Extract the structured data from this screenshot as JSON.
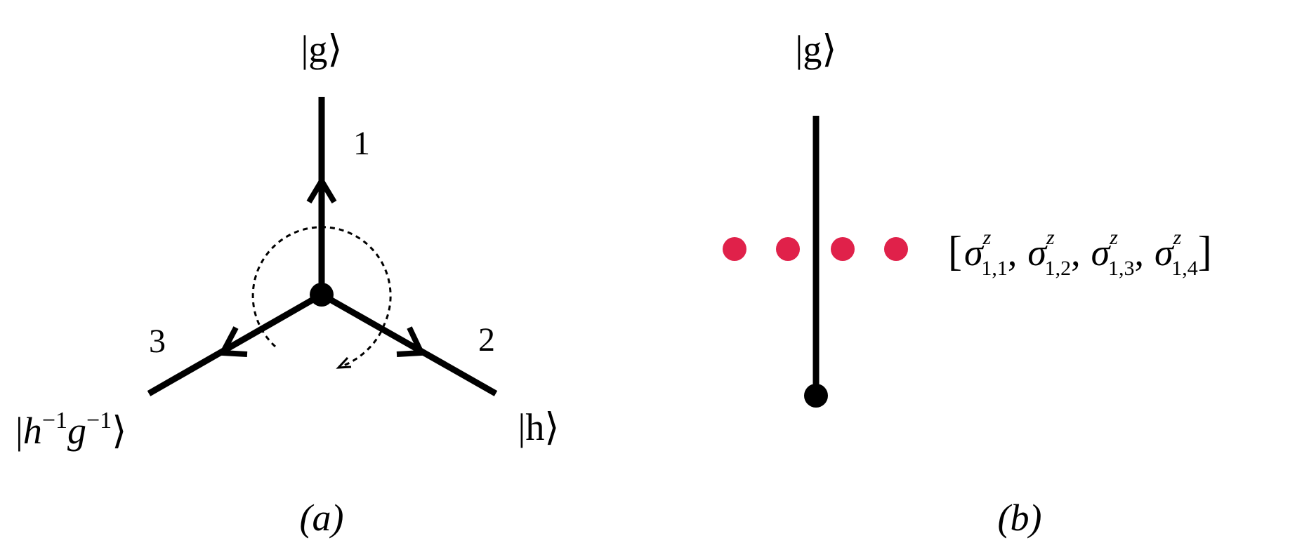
{
  "panel_a": {
    "caption": "(a)",
    "top_ket": "|g⟩",
    "right_ket": "|h⟩",
    "left_ket_prefix": "|",
    "left_ket_h": "h",
    "left_ket_h_sup": "−1",
    "left_ket_g": "g",
    "left_ket_g_sup": "−1",
    "left_ket_suffix": "⟩",
    "edge_labels": [
      "1",
      "2",
      "3"
    ]
  },
  "panel_b": {
    "caption": "(b)",
    "top_ket": "|g⟩",
    "dot_color": "#e0214a",
    "operator_list": {
      "open_bracket": "[",
      "close_bracket": "]",
      "separator": ",",
      "symbol": "σ",
      "superscript": "z",
      "subscripts": [
        "1,1",
        "1,2",
        "1,3",
        "1,4"
      ]
    }
  },
  "colors": {
    "line": "#000000",
    "dot": "#e0214a"
  }
}
